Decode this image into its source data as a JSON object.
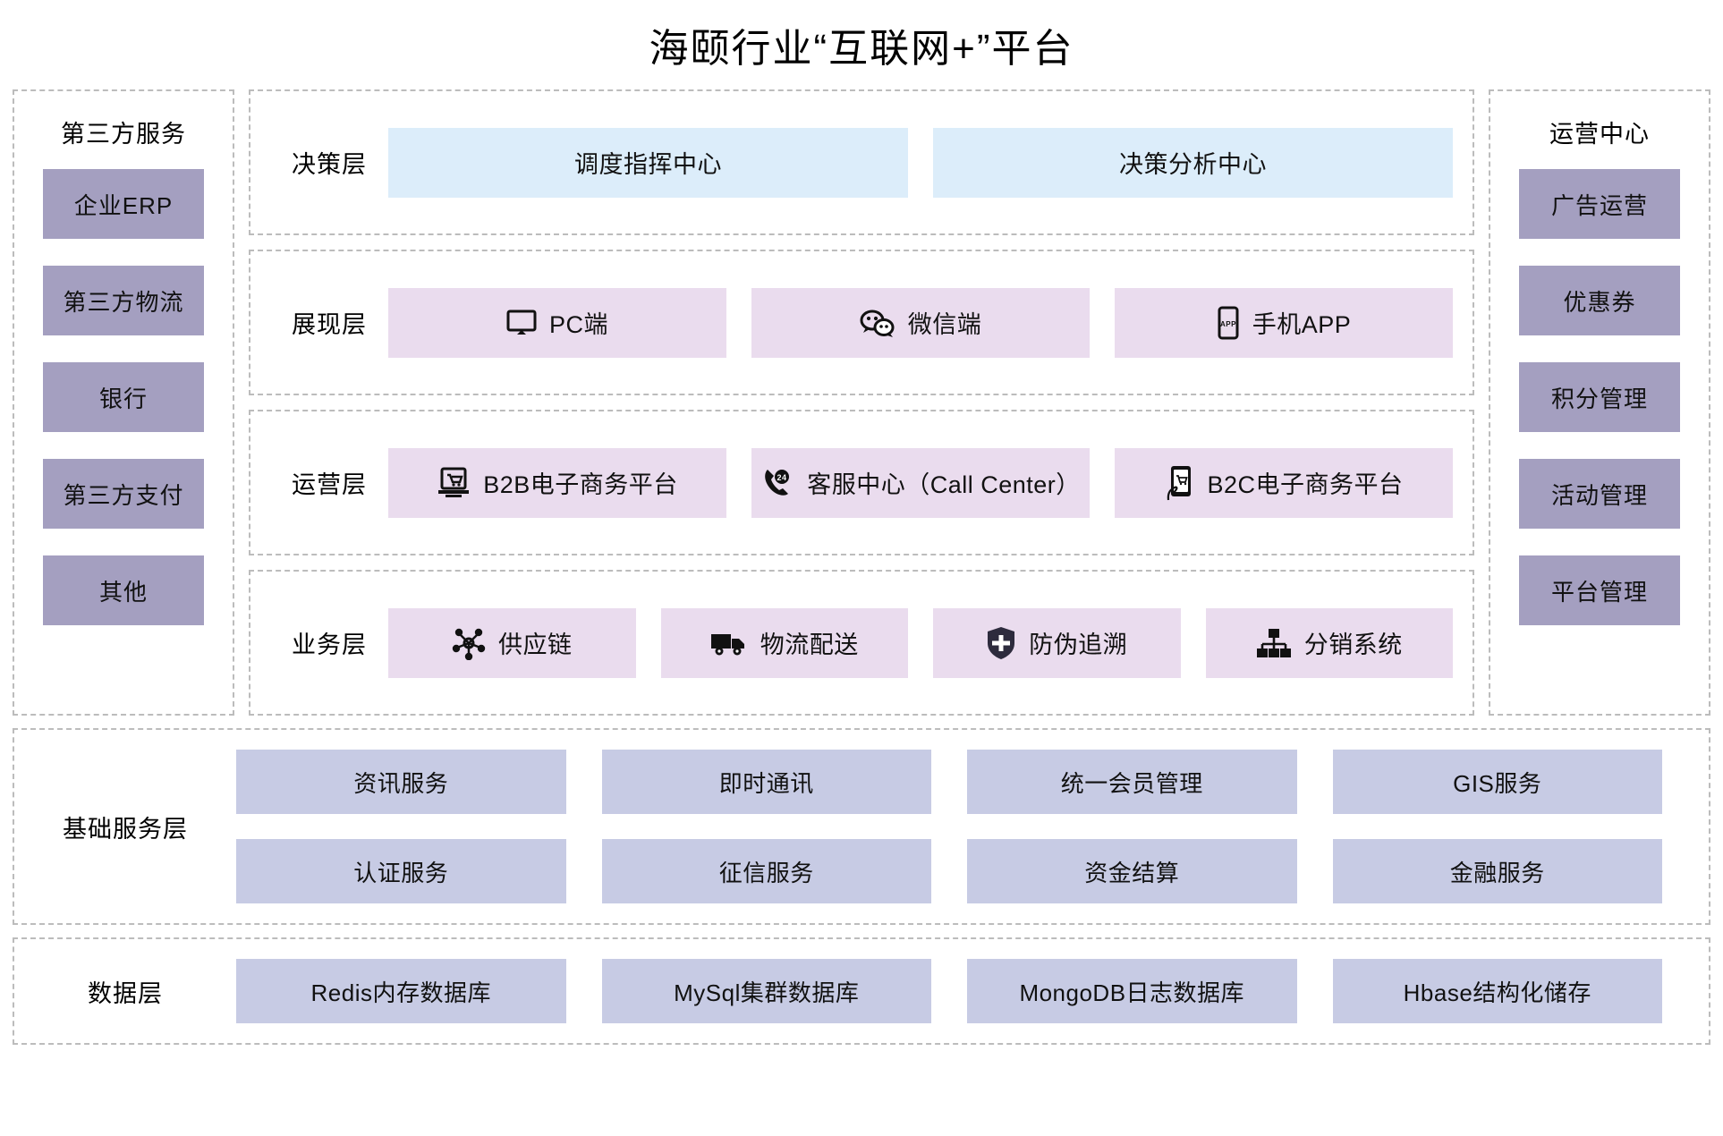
{
  "header": {
    "title": "海颐行业“互联网+”平台"
  },
  "colors": {
    "decision_box": "#dcedfa",
    "layer_box": "#eadcee",
    "side_chip": "#a49fc0",
    "service_cell": "#c7cbe4",
    "dashed_border": "#bcbcbc"
  },
  "left_sidebar": {
    "title": "第三方服务",
    "items": [
      {
        "label": "企业ERP"
      },
      {
        "label": "第三方物流"
      },
      {
        "label": "银行"
      },
      {
        "label": "第三方支付"
      },
      {
        "label": "其他"
      }
    ]
  },
  "right_sidebar": {
    "title": "运营中心",
    "items": [
      {
        "label": "广告运营"
      },
      {
        "label": "优惠券"
      },
      {
        "label": "积分管理"
      },
      {
        "label": "活动管理"
      },
      {
        "label": "平台管理"
      }
    ]
  },
  "layers": [
    {
      "label": "决策层",
      "style": "blue",
      "items": [
        {
          "label": "调度指挥中心",
          "icon": "none"
        },
        {
          "label": "决策分析中心",
          "icon": "none"
        }
      ]
    },
    {
      "label": "展现层",
      "style": "pink",
      "items": [
        {
          "label": "PC端",
          "icon": "monitor-icon"
        },
        {
          "label": "微信端",
          "icon": "wechat-icon"
        },
        {
          "label": "手机APP",
          "icon": "mobile-app-icon"
        }
      ]
    },
    {
      "label": "运营层",
      "style": "pink",
      "items": [
        {
          "label": "B2B电子商务平台",
          "icon": "laptop-cart-icon"
        },
        {
          "label": "客服中心（Call Center）",
          "icon": "phone-24-icon"
        },
        {
          "label": "B2C电子商务平台",
          "icon": "mobile-cart-icon"
        }
      ]
    },
    {
      "label": "业务层",
      "style": "pink",
      "items": [
        {
          "label": "供应链",
          "icon": "network-nodes-icon"
        },
        {
          "label": "物流配送",
          "icon": "truck-icon"
        },
        {
          "label": "防伪追溯",
          "icon": "shield-plus-icon"
        },
        {
          "label": "分销系统",
          "icon": "org-tree-icon"
        }
      ]
    }
  ],
  "base_service_layer": {
    "label": "基础服务层",
    "items": [
      {
        "label": "资讯服务"
      },
      {
        "label": "即时通讯"
      },
      {
        "label": "统一会员管理"
      },
      {
        "label": "GIS服务"
      },
      {
        "label": "认证服务"
      },
      {
        "label": "征信服务"
      },
      {
        "label": "资金结算"
      },
      {
        "label": "金融服务"
      }
    ]
  },
  "data_layer": {
    "label": "数据层",
    "items": [
      {
        "label": "Redis内存数据库"
      },
      {
        "label": "MySql集群数据库"
      },
      {
        "label": "MongoDB日志数据库"
      },
      {
        "label": "Hbase结构化储存"
      }
    ]
  }
}
